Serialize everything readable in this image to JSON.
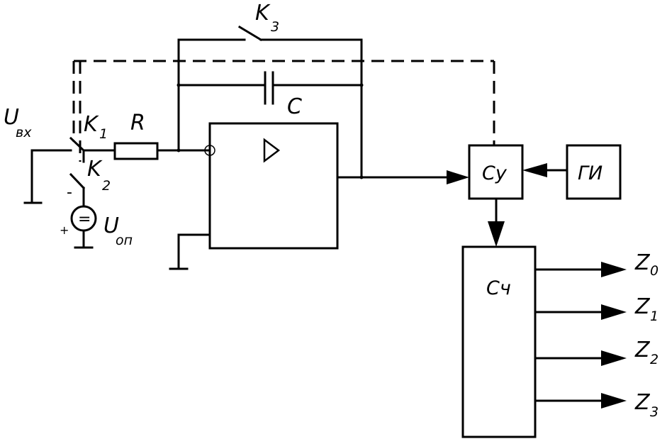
{
  "labels": {
    "u_in_main": "U",
    "u_in_sub": "вх",
    "k1_main": "K",
    "k1_sub": "1",
    "k2_main": "K",
    "k2_sub": "2",
    "k3_main": "K",
    "k3_sub": "3",
    "r": "R",
    "c": "C",
    "u_ref_main": "U",
    "u_ref_sub": "оп",
    "minus": "-",
    "plus": "+",
    "source_symbol": "="
  },
  "blocks": {
    "control": "Су",
    "generator": "ГИ",
    "counter": "Сч"
  },
  "outputs": [
    {
      "main": "Z",
      "sub": "0"
    },
    {
      "main": "Z",
      "sub": "1"
    },
    {
      "main": "Z",
      "sub": "2"
    },
    {
      "main": "Z",
      "sub": "3"
    }
  ],
  "colors": {
    "line": "#000000",
    "background": "#ffffff"
  }
}
